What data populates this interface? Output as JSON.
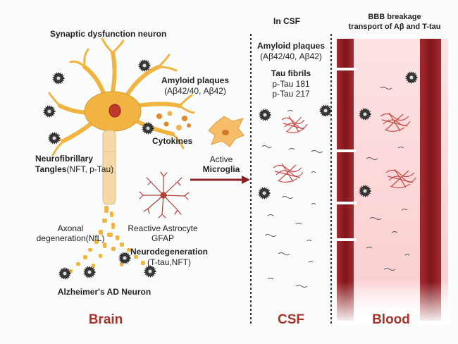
{
  "header": {
    "brain_title": "Synaptic dysfunction neuron",
    "csf_title": "In CSF",
    "blood_title_line1": "BBB breakage",
    "blood_title_line2": "transport of Aβ and T-tau"
  },
  "brain": {
    "amyloid_title": "Amyloid plaques",
    "amyloid_detail": "(Aβ42/40, Aβ42)",
    "cytokines": "Cytokines",
    "microglia_line1": "Active",
    "microglia_line2": "Microglia",
    "nft_line1": "Neurofibrillary",
    "nft_line2_bold": "Tangles",
    "nft_line2_rest": "(NFT, p-Tau)",
    "astrocyte_line1": "Reactive Astrocyte",
    "astrocyte_line2": "GFAP",
    "axonal_line1": "Axonal",
    "axonal_line2": "degeneration(NfL)",
    "neurodegeneration_title": "Neurodegeneration",
    "neurodegeneration_detail": "(T-tau,NFT)",
    "neuron_caption": "Alzheimer's AD Neuron"
  },
  "csf": {
    "amyloid_title": "Amyloid plaques",
    "amyloid_detail": "(Aβ42/40, Aβ42)",
    "tau_title": "Tau fibrils",
    "tau_line1": "p-Tau 181",
    "tau_line2": "p-Tau 217"
  },
  "footer": {
    "brain": "Brain",
    "csf": "CSF",
    "blood": "Blood"
  },
  "colors": {
    "region_label": "#a8322c",
    "neuron": "#f2b441",
    "neuron_outline": "#d9962a",
    "vessel_wall": "#8e1f24",
    "blood_fill": "#fbd5d6",
    "fibril": "#c94a4a"
  }
}
